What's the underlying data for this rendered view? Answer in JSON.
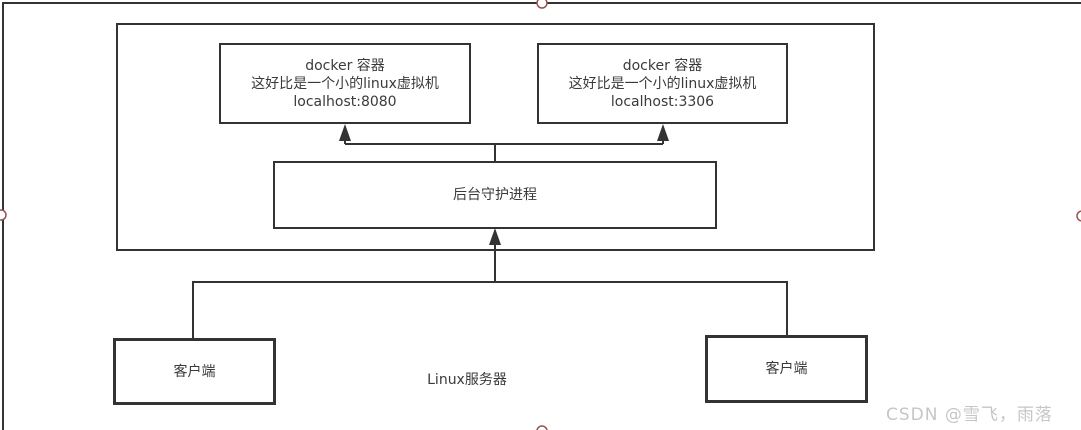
{
  "diagram": {
    "docker_box_1": {
      "line1": "docker 容器",
      "line2": "这好比是一个小的linux虚拟机",
      "line3": "localhost:8080"
    },
    "docker_box_2": {
      "line1": "docker 容器",
      "line2": "这好比是一个小的linux虚拟机",
      "line3": "localhost:3306"
    },
    "daemon_box": {
      "label": "后台守护进程"
    },
    "client_box_left": {
      "label": "客户端"
    },
    "client_box_right": {
      "label": "客户端"
    },
    "server_label": "Linux服务器",
    "colors": {
      "line": "#333333",
      "handle_stroke": "#945353",
      "watermark_text": "#c6c6c6"
    }
  },
  "watermark": {
    "text": "CSDN @雪飞，雨落"
  }
}
